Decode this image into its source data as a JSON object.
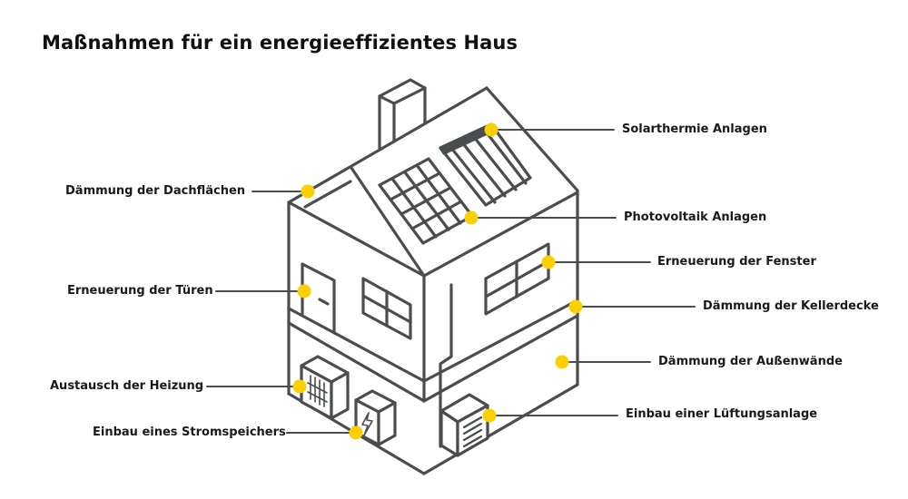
{
  "title": "Maßnahmen für ein energieeffizientes Haus",
  "colors": {
    "line": "#4a4d4f",
    "marker": "#fccf00",
    "text": "#1a1a1a",
    "background": "#ffffff"
  },
  "labels": {
    "left": [
      {
        "id": "daemmung-dachflaechen",
        "text": "Dämmung der Dachflächen"
      },
      {
        "id": "erneuerung-tueren",
        "text": "Erneuerung der Türen"
      },
      {
        "id": "austausch-heizung",
        "text": "Austausch der Heizung"
      },
      {
        "id": "einbau-stromspeicher",
        "text": "Einbau eines Stromspeichers"
      }
    ],
    "right": [
      {
        "id": "solarthermie",
        "text": "Solarthermie Anlagen"
      },
      {
        "id": "photovoltaik",
        "text": "Photovoltaik Anlagen"
      },
      {
        "id": "erneuerung-fenster",
        "text": "Erneuerung der Fenster"
      },
      {
        "id": "daemmung-kellerdecke",
        "text": "Dämmung der Kellerdecke"
      },
      {
        "id": "daemmung-aussenwaende",
        "text": "Dämmung der Außenwände"
      },
      {
        "id": "einbau-lueftungsanlage",
        "text": "Einbau einer Lüftungsanlage"
      }
    ]
  },
  "icons": {
    "heater": "radiator-icon",
    "battery": "lightning-bolt-icon",
    "ventilation": "vent-grille-icon"
  }
}
